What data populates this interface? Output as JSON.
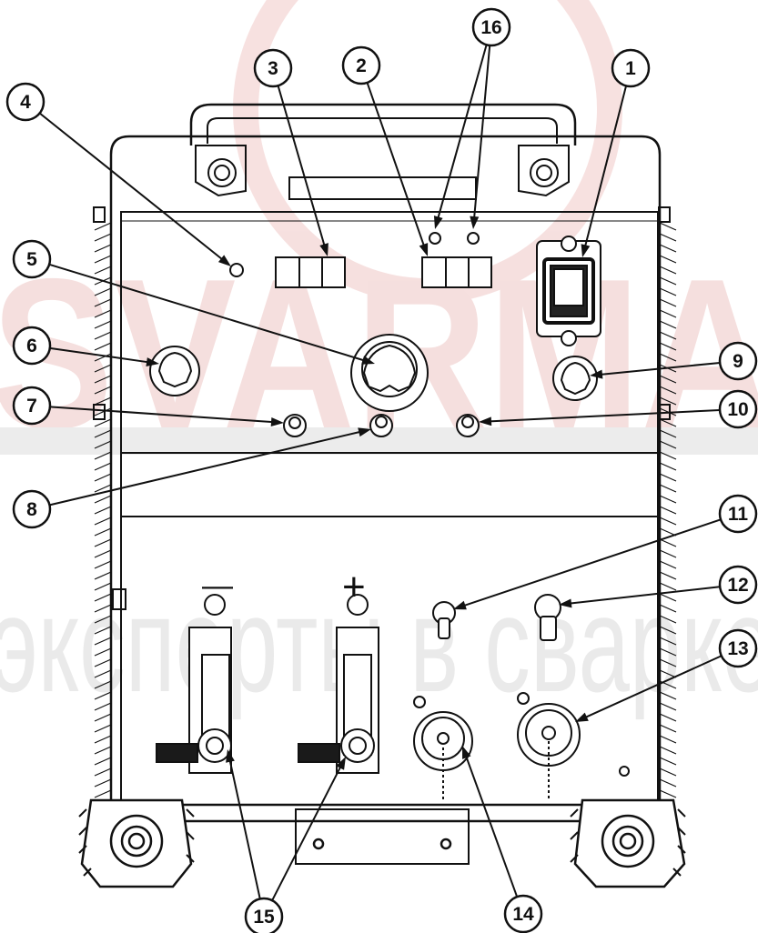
{
  "watermark": {
    "text": "SVARMA",
    "subtitle": "эксперты в сварке",
    "color": "#d9302a",
    "gray": "#9a9a9a"
  },
  "polarity": {
    "negative": "—",
    "positive": "+"
  },
  "callouts": [
    {
      "id": "1",
      "label": "1"
    },
    {
      "id": "2",
      "label": "2"
    },
    {
      "id": "3",
      "label": "3"
    },
    {
      "id": "4",
      "label": "4"
    },
    {
      "id": "5",
      "label": "5"
    },
    {
      "id": "6",
      "label": "6"
    },
    {
      "id": "7",
      "label": "7"
    },
    {
      "id": "8",
      "label": "8"
    },
    {
      "id": "9",
      "label": "9"
    },
    {
      "id": "10",
      "label": "10"
    },
    {
      "id": "11",
      "label": "11"
    },
    {
      "id": "12",
      "label": "12"
    },
    {
      "id": "13",
      "label": "13"
    },
    {
      "id": "14",
      "label": "14"
    },
    {
      "id": "15",
      "label": "15"
    },
    {
      "id": "16",
      "label": "16"
    }
  ],
  "colors": {
    "line": "#111111",
    "fill": "#ffffff",
    "dark": "#1a1a1a"
  }
}
